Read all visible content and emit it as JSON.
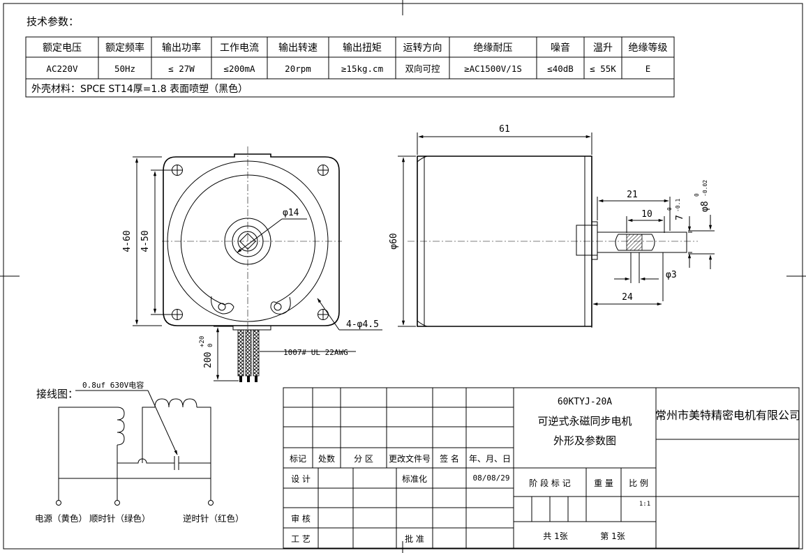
{
  "spec": {
    "title": "技术参数：",
    "headers": [
      "额定电压",
      "额定频率",
      "输出功率",
      "工作电流",
      "输出转速",
      "输出扭矩",
      "运转方向",
      "绝缘耐压",
      "噪音",
      "温升",
      "绝缘等级"
    ],
    "values": [
      "AC220V",
      "50Hz",
      "≤ 27W",
      "≤200mA",
      "20rpm",
      "≥15kg.cm",
      "双向可控",
      "≥AC1500V/1S",
      "≤40dB",
      "≤ 55K",
      "E"
    ],
    "material": "外壳材料：SPCE ST14厚=1.8 表面喷塑（黑色）"
  },
  "front_view": {
    "dim_outer": "4-60",
    "dim_inner": "4-50",
    "dim_shaft": "φ14",
    "dim_holes": "4-φ4.5",
    "dim_lead": "200",
    "dim_lead_tol_upper": "+20",
    "dim_lead_tol_lower": "0",
    "wire_label": "1007# UL 22AWG"
  },
  "side_view": {
    "dim_length": "61",
    "dim_diameter": "φ60",
    "dim_21": "21",
    "dim_10": "10",
    "dim_7": "7",
    "dim_7_tol_upper": "0",
    "dim_7_tol_lower": "-0.1",
    "dim_phi8": "φ8",
    "dim_phi8_tol_upper": "0",
    "dim_phi8_tol_lower": "-0.02",
    "dim_phi3": "φ3",
    "dim_24": "24"
  },
  "wiring": {
    "title": "接线图：",
    "capacitor_label": "0.8uf 630V电容",
    "terminals": [
      "电源（黄色）",
      "顺时针（绿色）",
      "逆时针（红色）"
    ]
  },
  "title_block": {
    "headers": [
      "标记",
      "处数",
      "分  区",
      "更改文件号",
      "签  名",
      "年、月、日"
    ],
    "design": "设  计",
    "standard": "标准化",
    "date": "08/08/29",
    "review": "审  核",
    "process": "工  艺",
    "approve": "批  准",
    "stage_label": "阶 段 标 记",
    "weight_label": "重  量",
    "scale_label": "比  例",
    "scale": "1:1",
    "model": "60KTYJ-20A",
    "name_line1": "可逆式永磁同步电机",
    "name_line2": "外形及参数图",
    "company": "常州市美特精密电机有限公司",
    "sheets_total": "共  1张",
    "sheet_no": "第  1张"
  }
}
